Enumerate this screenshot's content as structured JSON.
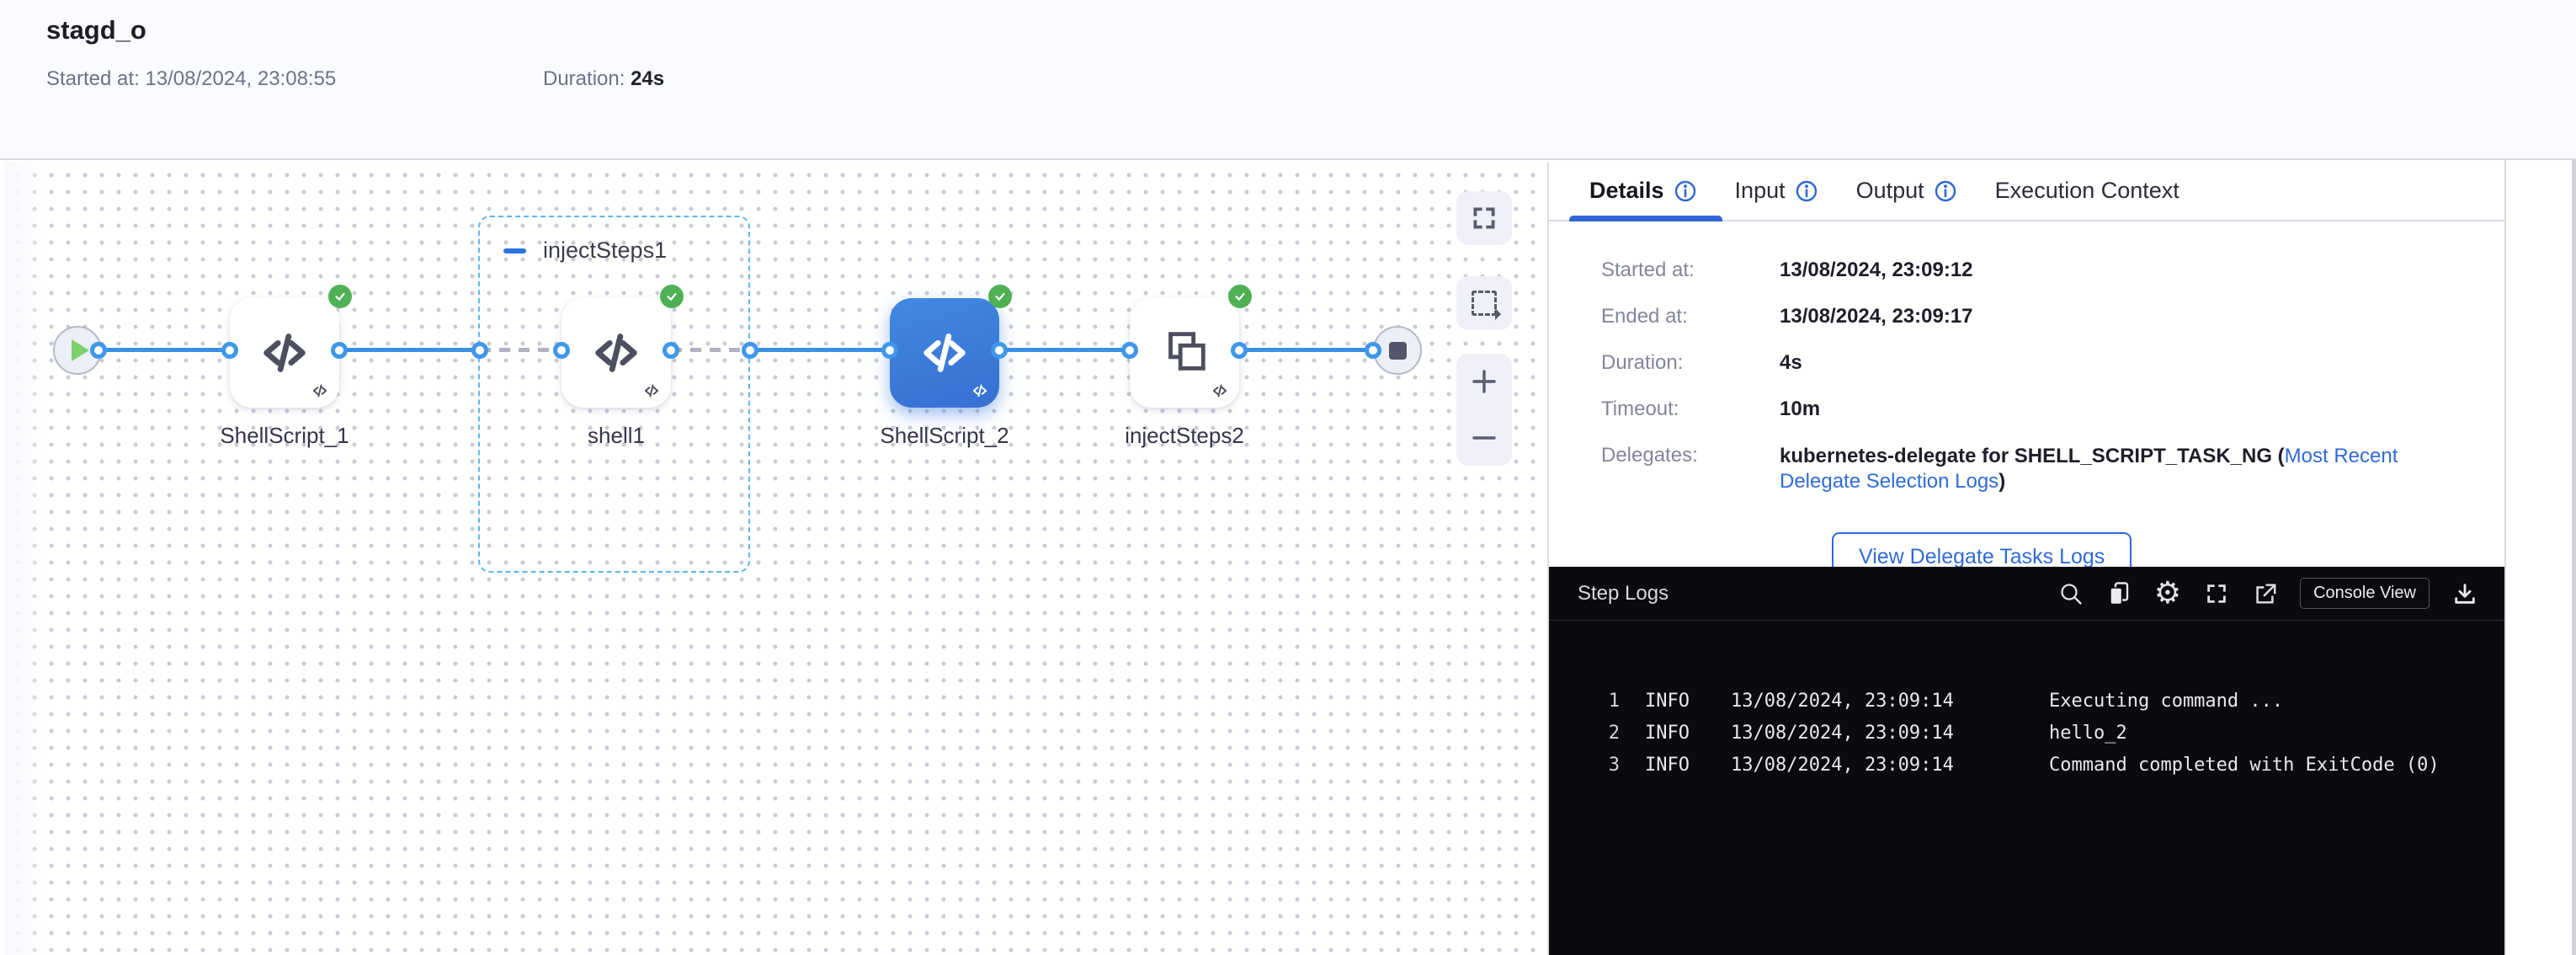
{
  "header": {
    "title": "stagd_o",
    "started_label": "Started at: ",
    "started_value": "13/08/2024, 23:08:55",
    "duration_label": "Duration: ",
    "duration_value": "24s"
  },
  "canvas": {
    "group1": {
      "label": "injectSteps1",
      "collapse_icon": "minus-icon"
    },
    "nodes": [
      {
        "id": "start",
        "icon": "play-icon"
      },
      {
        "label": "ShellScript_1",
        "icon": "code-icon",
        "status": "success"
      },
      {
        "label": "shell1",
        "icon": "code-icon",
        "status": "success"
      },
      {
        "label": "ShellScript_2",
        "icon": "code-icon",
        "status": "success",
        "selected": true
      },
      {
        "label": "injectSteps2",
        "icon": "group-steps-icon",
        "status": "success"
      },
      {
        "id": "end",
        "icon": "stop-icon"
      }
    ],
    "controls": [
      "fullscreen-icon",
      "marquee-select-icon",
      "zoom-in-icon",
      "zoom-out-icon"
    ]
  },
  "panel": {
    "tabs": [
      {
        "label": "Details",
        "info": true,
        "active": true
      },
      {
        "label": "Input",
        "info": true
      },
      {
        "label": "Output",
        "info": true
      },
      {
        "label": "Execution Context"
      }
    ],
    "details": {
      "rows": [
        {
          "label": "Started at:",
          "value": "13/08/2024, 23:09:12"
        },
        {
          "label": "Ended at:",
          "value": "13/08/2024, 23:09:17"
        },
        {
          "label": "Duration:",
          "value": "4s"
        },
        {
          "label": "Timeout:",
          "value": "10m"
        }
      ],
      "delegates_label": "Delegates:",
      "delegates_bold_prefix": "kubernetes-delegate for SHELL_SCRIPT_TASK_NG (",
      "delegates_link": "Most Recent Delegate Selection Logs",
      "delegates_bold_suffix": ")",
      "button_label": "View Delegate Tasks Logs"
    },
    "logs": {
      "title": "Step Logs",
      "icons": [
        "search-icon",
        "copy-icon",
        "settings-icon",
        "expand-icon",
        "open-in-new-icon",
        "download-icon"
      ],
      "console_view_label": "Console View",
      "lines": [
        {
          "n": "1",
          "level": "INFO",
          "time": "13/08/2024, 23:09:14",
          "msg": "Executing command ..."
        },
        {
          "n": "2",
          "level": "INFO",
          "time": "13/08/2024, 23:09:14",
          "msg": "hello_2"
        },
        {
          "n": "3",
          "level": "INFO",
          "time": "13/08/2024, 23:09:14",
          "msg": "Command completed with ExitCode (0)"
        }
      ]
    }
  },
  "colors": {
    "accent_blue": "#2e66d8",
    "connector_blue": "#3a8fe6",
    "selected_node_blue": "#3b7fd9",
    "success_green": "#4eb154",
    "link_blue": "#2f6bd8",
    "logs_bg": "#0a0b0f"
  }
}
